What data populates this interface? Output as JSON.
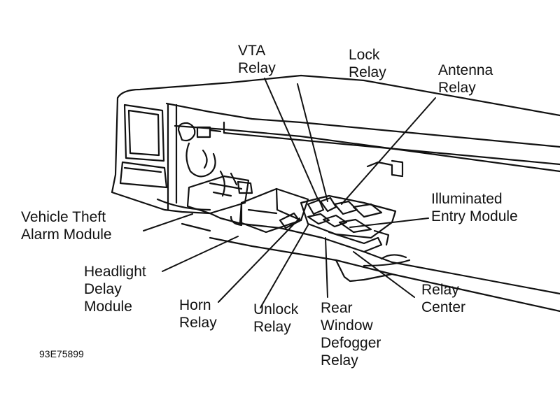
{
  "labels": {
    "vta_relay": [
      "VTA",
      "Relay"
    ],
    "lock_relay": [
      "Lock",
      "Relay"
    ],
    "antenna_relay": [
      "Antenna",
      "Relay"
    ],
    "illuminated_entry_module": [
      "Illuminated",
      "Entry Module"
    ],
    "vehicle_theft_alarm_module": [
      "Vehicle Theft",
      "Alarm Module"
    ],
    "headlight_delay_module": [
      "Headlight",
      "Delay",
      "Module"
    ],
    "horn_relay": [
      "Horn",
      "Relay"
    ],
    "unlock_relay": [
      "Unlock",
      "Relay"
    ],
    "rear_window_defogger_relay": [
      "Rear",
      "Window",
      "Defogger",
      "Relay"
    ],
    "relay_center": [
      "Relay",
      "Center"
    ]
  },
  "figure_code": "93E75899",
  "colors": {
    "ink": "#111111",
    "background": "#ffffff"
  }
}
